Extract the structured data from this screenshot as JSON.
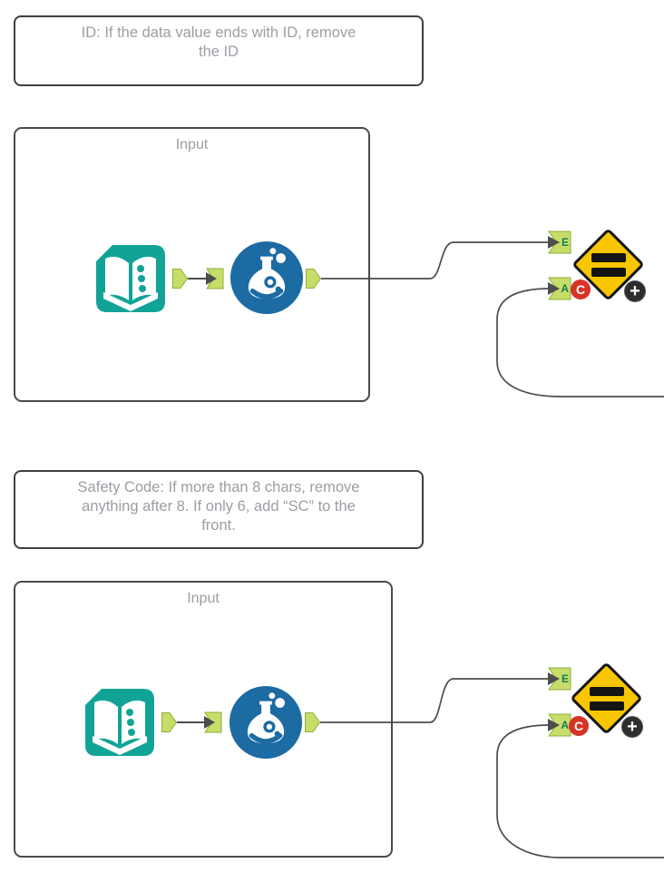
{
  "colors": {
    "canvas_bg": "#ffffff",
    "comment_border": "#3f3f3f",
    "container_border": "#4a4a4a",
    "text_gray": "#9a9ea4",
    "teal_tool": "#12a397",
    "blue_tool": "#1c6ba3",
    "anchor_green": "#c6de69",
    "anchor_green_border": "#8fae3a",
    "anchor_letter_green": "#1b7a52",
    "wire_gray": "#4d4d4d",
    "diamond_yellow": "#f7c600",
    "diamond_border": "#141414",
    "badge_red": "#d63426",
    "badge_dark": "#2d2d2d"
  },
  "comments": [
    {
      "lines": [
        "ID: If the data value ends with ID, remove",
        "the ID"
      ]
    },
    {
      "lines": [
        "Safety Code: If more than 8 chars, remove",
        "anything after 8. If only 6, add “SC” to the",
        "front."
      ]
    }
  ],
  "containers": [
    {
      "label": "Input"
    },
    {
      "label": "Input"
    }
  ],
  "anchors": {
    "expected_label": "E",
    "actual_label": "A"
  },
  "badges": {
    "convert": "C",
    "macro": "+"
  },
  "icons": {
    "text-input-icon": "teal rounded square with white open book and three dots",
    "formula-icon": "blue circle with white lab flask and bubbles",
    "test-icon": "yellow diamond with black equals sign",
    "output-anchor-icon": "light green pentagon pointing right",
    "input-anchor-icon": "light green notched flag with dark arrow",
    "plus-icon": "white plus in dark circle",
    "convert-icon": "white C in red circle"
  }
}
